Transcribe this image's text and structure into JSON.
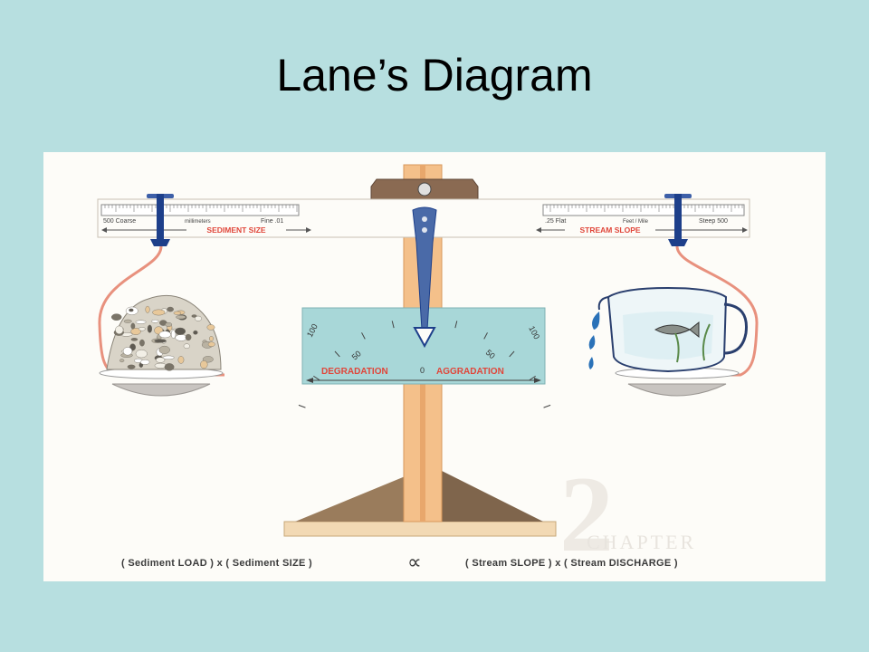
{
  "title": "Lane’s Diagram",
  "beam": {
    "left_scale": {
      "end_left": "500 Coarse",
      "unit": "millimeters",
      "end_right": "Fine .01",
      "label": "SEDIMENT SIZE"
    },
    "right_scale": {
      "end_left": ".25 Flat",
      "unit": "Feet / Mile",
      "end_right": "Steep 500",
      "label": "STREAM SLOPE"
    }
  },
  "gauge": {
    "left_ticks": [
      "100",
      "50"
    ],
    "center": "0",
    "right_ticks": [
      "50",
      "100"
    ],
    "left_label": "DEGRADATION",
    "right_label": "AGGRADATION"
  },
  "watermark": {
    "number": "2",
    "text": "CHAPTER"
  },
  "formula": {
    "left": "( Sediment LOAD )  x  ( Sediment SIZE )",
    "symbol": "∝",
    "right": "( Stream SLOPE )  x  ( Stream DISCHARGE )"
  },
  "colors": {
    "background": "#b7dfe0",
    "beam_text": "#e0463a",
    "gauge": "#a8d7d8",
    "post": "#f4c08a",
    "clamp": "#1d3f8a"
  }
}
